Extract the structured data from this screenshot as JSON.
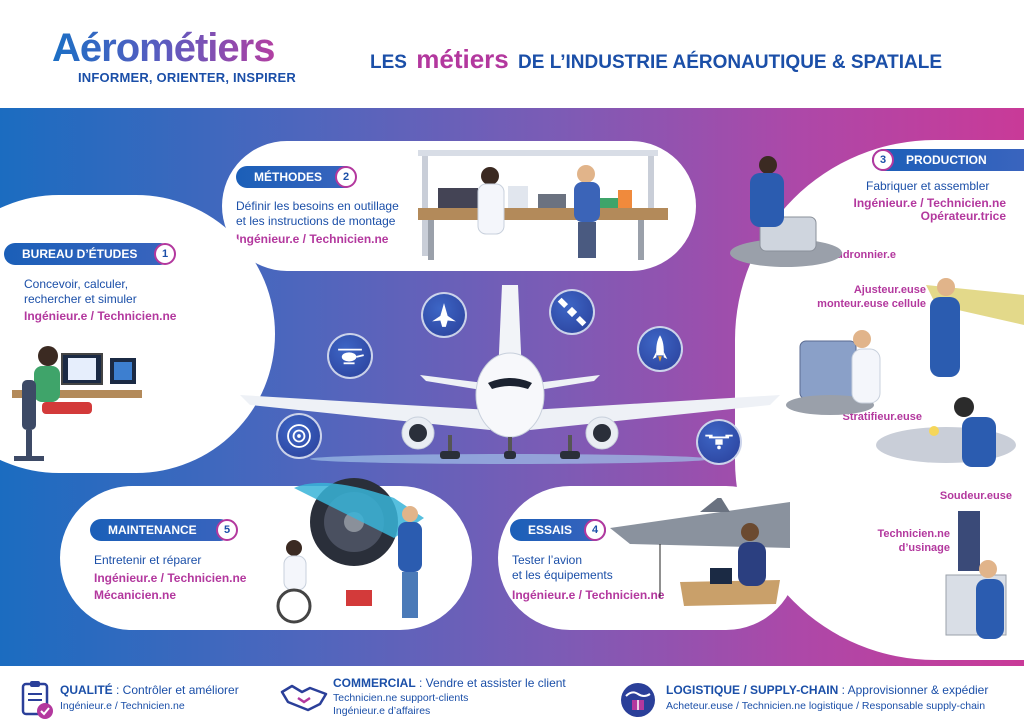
{
  "brand": {
    "logo": "Aérométiers",
    "tagline": "INFORMER, ORIENTER, INSPIRER"
  },
  "header": {
    "title_before": "LES",
    "title_accent": "métiers",
    "title_after": "DE L’INDUSTRIE AÉRONAUTIQUE & SPATIALE"
  },
  "sections": {
    "bureau": {
      "label": "BUREAU D’ÉTUDES",
      "number": "1",
      "desc": [
        "Concevoir, calculer,",
        "rechercher et simuler"
      ],
      "roles": [
        "Ingénieur.e / Technicien.ne"
      ]
    },
    "methodes": {
      "label": "MÉTHODES",
      "number": "2",
      "desc": [
        "Définir les besoins en outillage",
        "et les instructions de montage"
      ],
      "roles": [
        "Ingénieur.e / Technicien.ne"
      ]
    },
    "production": {
      "label": "PRODUCTION",
      "number": "3",
      "desc": [
        "Fabriquer et assembler"
      ],
      "roles": [
        "Ingénieur.e / Technicien.ne",
        "Opérateur.trice"
      ],
      "jobs": {
        "chaudronnier": "Chaudronnier.e",
        "ajusteur": [
          "Ajusteur.euse",
          "monteur.euse cellule"
        ],
        "stratifieur": "Stratifieur.euse",
        "soudeur": "Soudeur.euse",
        "usinage": [
          "Technicien.ne",
          "d’usinage"
        ]
      }
    },
    "essais": {
      "label": "ESSAIS",
      "number": "4",
      "desc": [
        "Tester l’avion",
        "et les équipements"
      ],
      "roles": [
        "Ingénieur.e / Technicien.ne"
      ]
    },
    "maintenance": {
      "label": "MAINTENANCE",
      "number": "5",
      "desc": [
        "Entretenir et réparer"
      ],
      "roles": [
        "Ingénieur.e / Technicien.ne",
        "Mécanicien.ne"
      ]
    }
  },
  "icons": [
    "fighter-jet-icon",
    "satellite-icon",
    "helicopter-icon",
    "rocket-icon",
    "engine-icon",
    "drone-icon"
  ],
  "footer": {
    "qualite": {
      "title": "QUALITÉ",
      "title_rest": " : Contrôler et améliorer",
      "sub": "Ingénieur.e / Technicien.ne"
    },
    "commercial": {
      "title": "COMMERCIAL",
      "title_rest": " : Vendre et assister le client",
      "sub1": "Technicien.ne support-clients",
      "sub2": "Ingénieur.e d’affaires"
    },
    "logistique": {
      "title": "LOGISTIQUE / SUPPLY-CHAIN",
      "title_rest": " : Approvisionner & expédier",
      "sub": "Acheteur.euse / Technicien.ne logistique / Responsable supply-chain"
    }
  },
  "colors": {
    "blue": "#1b4fa8",
    "magenta": "#b3389e",
    "gradient_left": "#1b6cc0",
    "gradient_right": "#c93a98"
  }
}
